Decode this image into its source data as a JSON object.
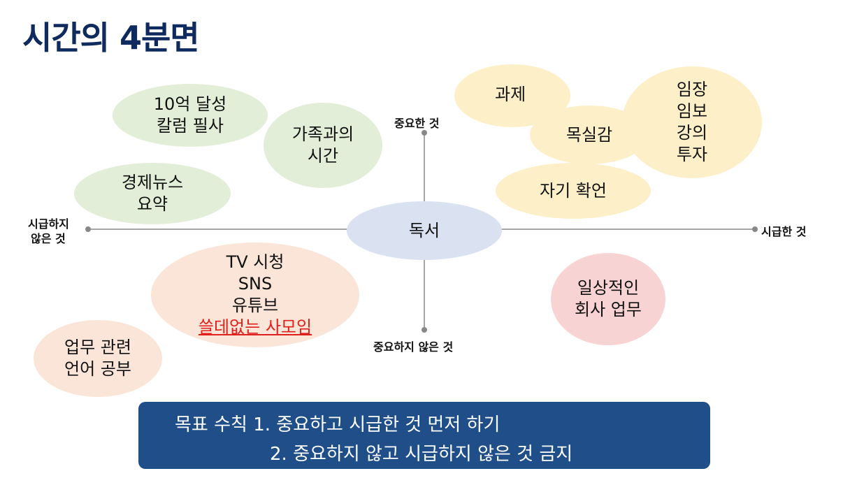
{
  "title": "시간의 4분면",
  "axes": {
    "top": "중요한 것",
    "bottom": "중요하지 않은 것",
    "left_line1": "시급하지",
    "left_line2": "않은 것",
    "right": "시급한 것"
  },
  "bubbles": {
    "goal_column": [
      "10억 달성",
      "칼럼 필사"
    ],
    "family": [
      "가족과의",
      "시간"
    ],
    "news": [
      "경제뉴스",
      "요약"
    ],
    "reading": [
      "독서"
    ],
    "task": [
      "과제"
    ],
    "gratitude": [
      "목실감"
    ],
    "invest": [
      "임장",
      "임보",
      "강의",
      "투자"
    ],
    "affirmation": [
      "자기 확언"
    ],
    "waste": [
      "TV 시청",
      "SNS",
      "유튜브",
      "쓸데없는 사모임"
    ],
    "language": [
      "업무 관련",
      "언어 공부"
    ],
    "work": [
      "일상적인",
      "회사 업무"
    ]
  },
  "goal_box": {
    "line1": "목표 수칙 1. 중요하고 시급한 것 먼저 하기",
    "line2": "2. 중요하지 않고 시급하지 않은 것 금지"
  },
  "colors": {
    "title": "#0f2a5e",
    "goal_bg": "#1f4e89",
    "highlight": "#e0201c"
  }
}
